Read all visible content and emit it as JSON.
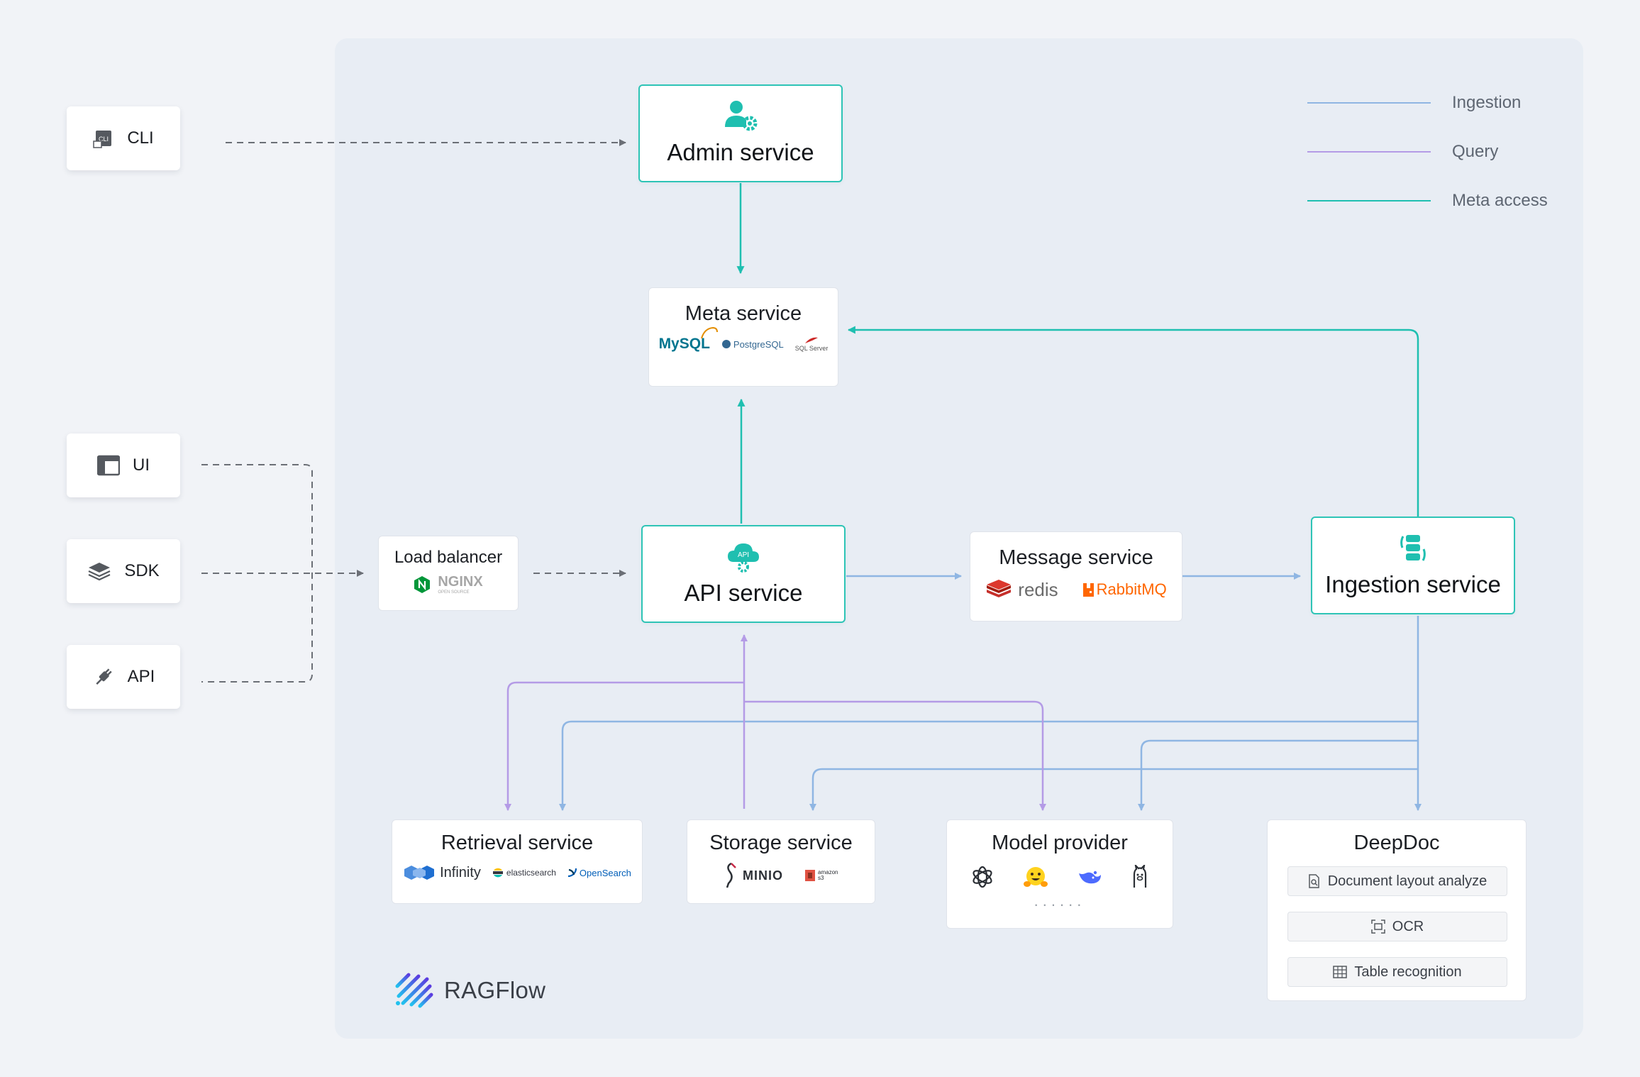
{
  "legend": [
    {
      "label": "Ingestion",
      "color": "#8fb6e3"
    },
    {
      "label": "Query",
      "color": "#b49be6"
    },
    {
      "label": "Meta access",
      "color": "#1fbfb0"
    }
  ],
  "clients": {
    "cli": {
      "label": "CLI",
      "icon": "cli-icon"
    },
    "ui": {
      "label": "UI",
      "icon": "window-icon"
    },
    "sdk": {
      "label": "SDK",
      "icon": "layers-icon"
    },
    "api": {
      "label": "API",
      "icon": "plug-icon"
    }
  },
  "services": {
    "admin": {
      "title": "Admin service",
      "icon": "admin-gear-icon"
    },
    "meta": {
      "title": "Meta service",
      "logos": [
        "MySQL",
        "PostgreSQL",
        "SQL Server"
      ]
    },
    "load_balancer": {
      "title": "Load balancer",
      "logos": [
        "NGINX"
      ],
      "logo_caption": "OPEN SOURCE"
    },
    "api": {
      "title": "API service",
      "icon_label": "API"
    },
    "message": {
      "title": "Message service",
      "logos": [
        "redis",
        "RabbitMQ"
      ]
    },
    "ingestion": {
      "title": "Ingestion service",
      "icon": "database-sync-icon"
    },
    "retrieval": {
      "title": "Retrieval service",
      "logos": [
        "Infinity",
        "elasticsearch",
        "OpenSearch"
      ]
    },
    "storage": {
      "title": "Storage service",
      "logos": [
        "MINIO",
        "amazon s3"
      ]
    },
    "model": {
      "title": "Model provider",
      "logos": [
        "openai-icon",
        "huggingface-icon",
        "deepseek-icon",
        "ollama-icon"
      ],
      "more": "......"
    },
    "deepdoc": {
      "title": "DeepDoc",
      "items": [
        "Document layout analyze",
        "OCR",
        "Table recognition"
      ]
    }
  },
  "brand": {
    "name": "RAGFlow"
  },
  "colors": {
    "ingestion": "#8fb6e3",
    "query": "#b49be6",
    "meta": "#1fbfb0",
    "client": "#6b6f76",
    "accent": "#2ec4b6"
  }
}
